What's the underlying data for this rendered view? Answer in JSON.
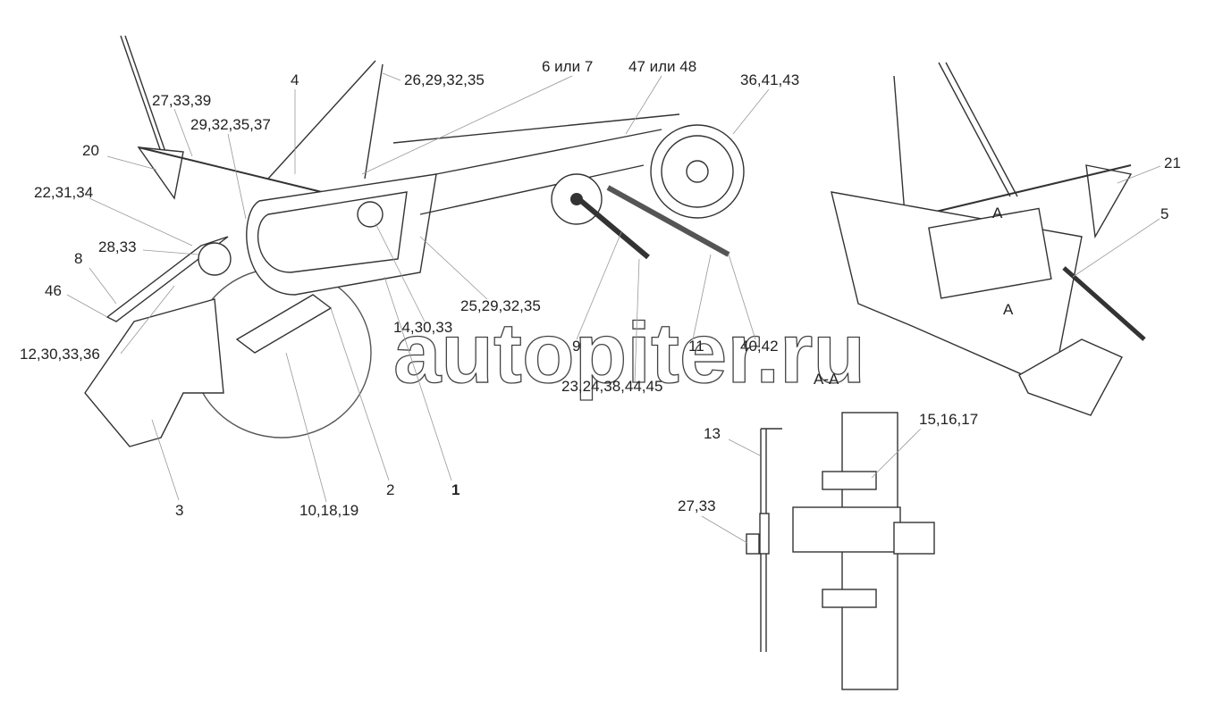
{
  "labels": {
    "l_27_33_39": "27,33,39",
    "l_4": "4",
    "l_26_29_32_35": "26,29,32,35",
    "l_6_7": "6 или 7",
    "l_47_48": "47 или 48",
    "l_36_41_43": "36,41,43",
    "l_29_32_35_37": "29,32,35,37",
    "l_20": "20",
    "l_22_31_34": "22,31,34",
    "l_28_33": "28,33",
    "l_8": "8",
    "l_46": "46",
    "l_12_30_33_36": "12,30,33,36",
    "l_25_29_32_35": "25,29,32,35",
    "l_14_30_33": "14,30,33",
    "l_9": "9",
    "l_11": "11",
    "l_40_42": "40,42",
    "l_23_24": "23,24,38,44,45",
    "l_3": "3",
    "l_10_18_19": "10,18,19",
    "l_2": "2",
    "l_1": "1",
    "l_21": "21",
    "l_5": "5",
    "l_A1": "A",
    "l_A2": "A",
    "l_AA": "A-A",
    "l_13": "13",
    "l_15_16_17": "15,16,17",
    "l_27_33": "27,33"
  },
  "watermark": "autopiter.ru"
}
